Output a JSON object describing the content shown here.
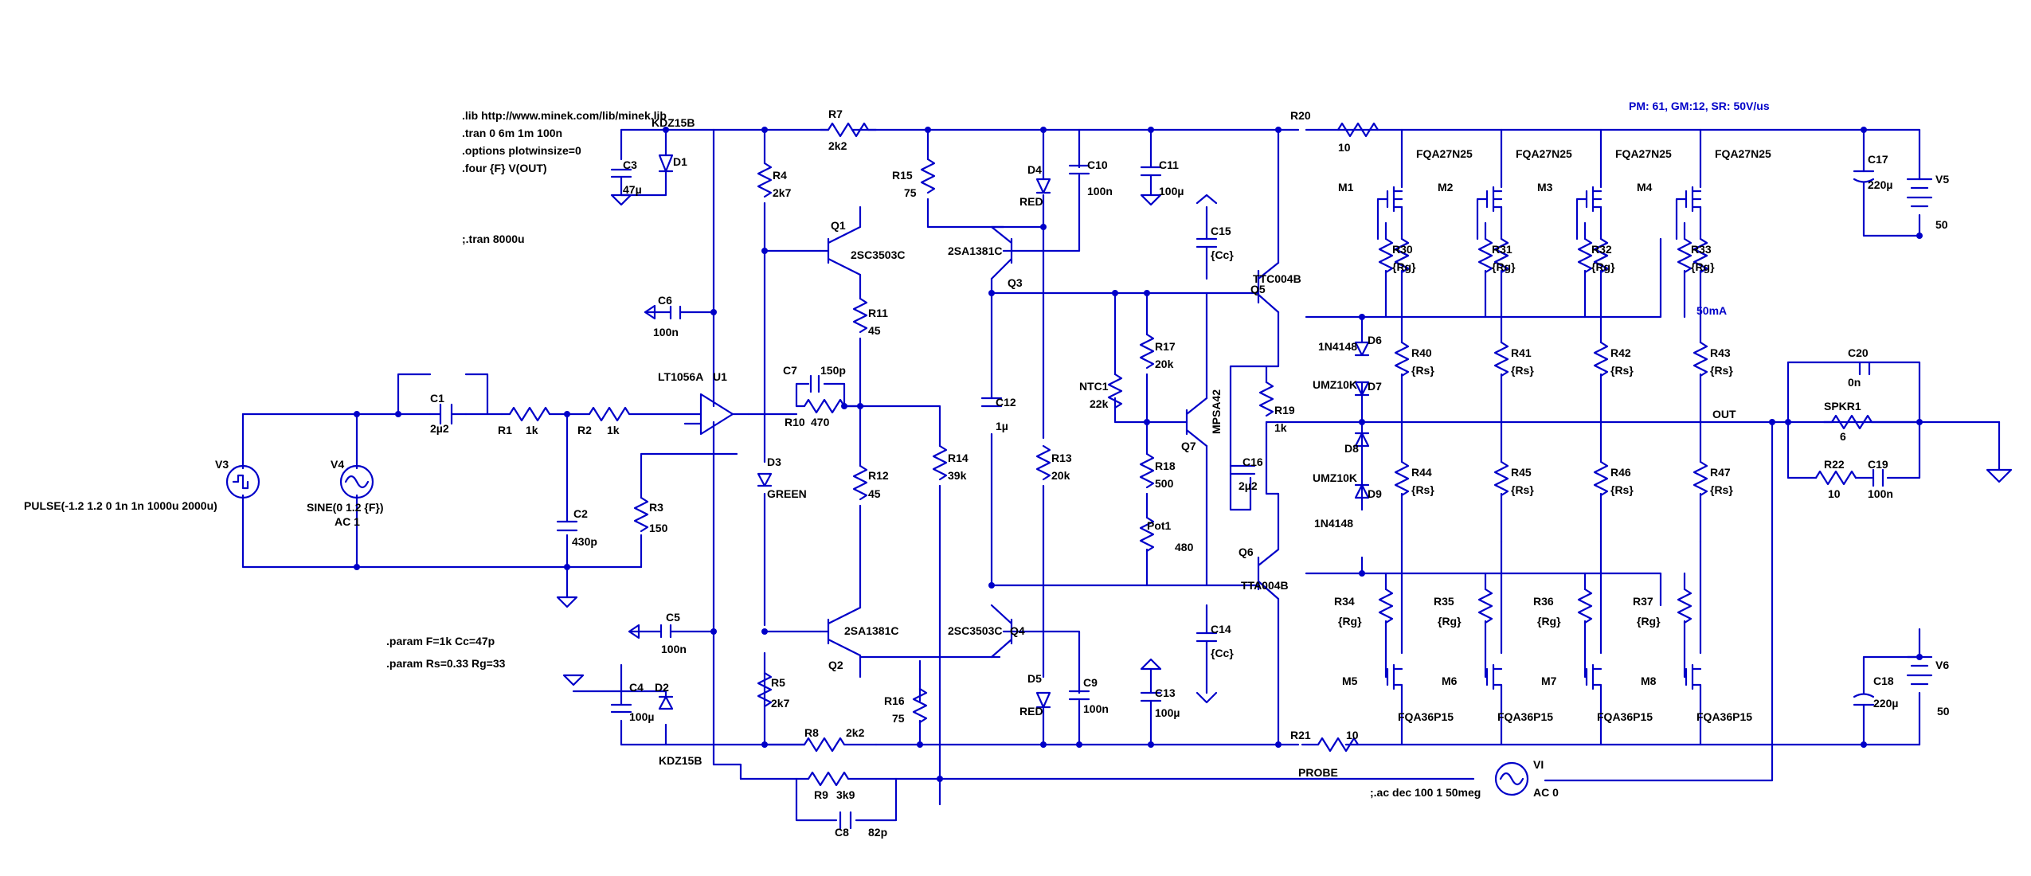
{
  "labels": {
    "pm": "PM: 61, GM:12, SR: 50V/us",
    "ma": "50mA",
    "out": "OUT",
    "probe": "PROBE",
    "lt": "LT1056A",
    "u1": "U1",
    "d_kdz_top": "KDZ15B",
    "d_kdz_bot": "KDZ15B",
    "d1": "D1",
    "d2": "D2",
    "d3": "D3",
    "d3v": "GREEN",
    "d4": "D4",
    "d4v": "RED",
    "d5": "D5",
    "d5v": "RED",
    "d6": "D6",
    "d7": "D7",
    "d8": "D8",
    "d9": "D9",
    "d6v": "1N4148",
    "d7v": "UMZ10K",
    "d8v": "UMZ10K",
    "d9v": "1N4148",
    "c1": "C1",
    "c1v": "2µ2",
    "c2": "C2",
    "c2v": "430p",
    "c3": "C3",
    "c3v": "47µ",
    "c4": "C4",
    "c4v": "100µ",
    "c5": "C5",
    "c5v": "100n",
    "c6": "C6",
    "c6v": "100n",
    "c7": "C7",
    "c7v": "150p",
    "c8": "C8",
    "c8v": "82p",
    "c9": "C9",
    "c9v": "100n",
    "c10": "C10",
    "c10v": "100n",
    "c11": "C11",
    "c11v": "100µ",
    "c12": "C12",
    "c12v": "1µ",
    "c13": "C13",
    "c13v": "100µ",
    "c14": "C14",
    "c14v": "{Cc}",
    "c15": "C15",
    "c15v": "{Cc}",
    "c16": "C16",
    "c16v": "2µ2",
    "c17": "C17",
    "c17v": "220µ",
    "c18": "C18",
    "c18v": "220µ",
    "c19": "C19",
    "c19v": "100n",
    "c20": "C20",
    "c20v": "0n",
    "r1": "R1",
    "r1v": "1k",
    "r2": "R2",
    "r2v": "1k",
    "r3": "R3",
    "r3v": "150",
    "r4": "R4",
    "r4v": "2k7",
    "r5": "R5",
    "r5v": "2k7",
    "r7": "R7",
    "r7v": "2k2",
    "r8": "R8",
    "r8v": "2k2",
    "r9": "R9",
    "r9v": "3k9",
    "r10": "R10",
    "r10v": "470",
    "r11": "R11",
    "r11v": "45",
    "r12": "R12",
    "r12v": "45",
    "r13": "R13",
    "r13v": "20k",
    "r14": "R14",
    "r14v": "39k",
    "r15": "R15",
    "r15v": "75",
    "r16": "R16",
    "r16v": "75",
    "r17": "R17",
    "r17v": "20k",
    "r18": "R18",
    "r18v": "500",
    "r19": "R19",
    "r19v": "1k",
    "r20": "R20",
    "r20v": "10",
    "r21": "R21",
    "r21v": "10",
    "r22": "R22",
    "r22v": "10",
    "pot1": "Pot1",
    "pot1v": "480",
    "ntc1": "NTC1",
    "ntc1v": "22k",
    "r30": "R30",
    "r31": "R31",
    "r32": "R32",
    "r33": "R33",
    "r34": "R34",
    "r35": "R35",
    "r36": "R36",
    "r37": "R37",
    "rg": "{Rg}",
    "r40": "R40",
    "r41": "R41",
    "r42": "R42",
    "r43": "R43",
    "r44": "R44",
    "r45": "R45",
    "r46": "R46",
    "r47": "R47",
    "rs": "{Rs}",
    "q1": "Q1",
    "q1v": "2SC3503C",
    "q2": "Q2",
    "q2v": "2SA1381C",
    "q3": "Q3",
    "q3v": "2SA1381C",
    "q4": "Q4",
    "q4v": "2SC3503C",
    "q5": "Q5",
    "q5v": "TTC004B",
    "q6": "Q6",
    "q6v": "TTA004B",
    "q7": "Q7",
    "q7v": "MPSA42",
    "m1": "M1",
    "m2": "M2",
    "m3": "M3",
    "m4": "M4",
    "m5": "M5",
    "m6": "M6",
    "m7": "M7",
    "m8": "M8",
    "mn": "FQA27N25",
    "mp": "FQA36P15",
    "v3": "V3",
    "v4": "V4",
    "v5": "V5",
    "v6": "V6",
    "v5v": "50",
    "v6v": "50",
    "vi": "VI",
    "viv": "AC 0",
    "v3v": "PULSE(-1.2 1.2 0 1n 1n 1000u 2000u)",
    "v4v": "SINE(0 1.2 {F})",
    "v4ac": "AC 1",
    "spkr": "SPKR1",
    "spkrv": "6"
  },
  "directives": [
    ".lib http://www.minek.com/lib/minek.lib",
    ".tran 0 6m 1m 100n",
    ".options plotwinsize=0",
    ".four {F} V(OUT)"
  ],
  "tran_comment": ";.tran 8000u",
  "params": [
    ".param F=1k Cc=47p",
    ".param Rs=0.33 Rg=33"
  ],
  "ac_comment": ";.ac dec 100 1 50meg"
}
